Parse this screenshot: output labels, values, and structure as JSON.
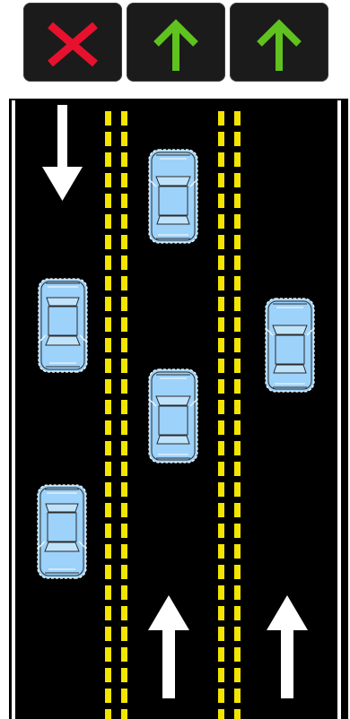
{
  "lane_signals": [
    {
      "lane": 1,
      "status": "closed",
      "icon": "red-x-icon",
      "color": "#e8112d"
    },
    {
      "lane": 2,
      "status": "open",
      "icon": "green-arrow-up-icon",
      "color": "#5fc21e"
    },
    {
      "lane": 3,
      "status": "open",
      "icon": "green-arrow-up-icon",
      "color": "#5fc21e"
    }
  ],
  "road": {
    "surface_color": "#000000",
    "edge_line_color": "#ffffff",
    "divider_line_color": "#f3e500",
    "lanes": [
      {
        "lane": 1,
        "direction": "down",
        "arrow_icon": "white-arrow-down-icon"
      },
      {
        "lane": 2,
        "direction": "up",
        "arrow_icon": "white-arrow-up-icon"
      },
      {
        "lane": 3,
        "direction": "up",
        "arrow_icon": "white-arrow-up-icon"
      }
    ]
  },
  "cars": {
    "color": "#9dd2fa",
    "count_by_lane": {
      "1": 2,
      "2": 2,
      "3": 1
    }
  }
}
